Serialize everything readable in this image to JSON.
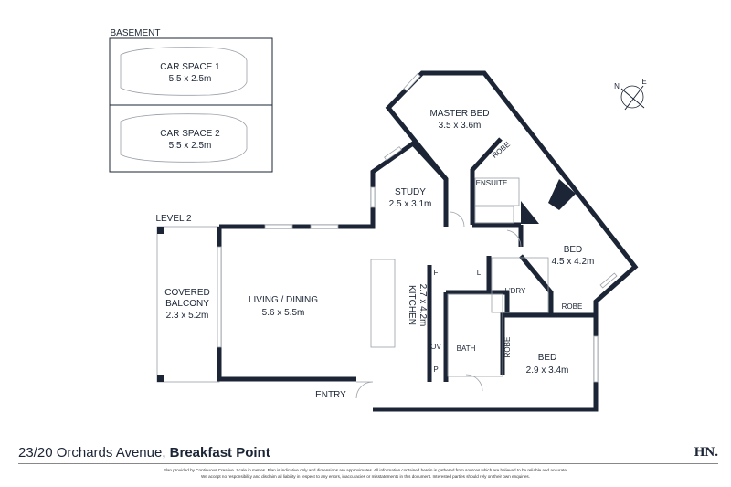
{
  "plan": {
    "basement_label": "BASEMENT",
    "level_label": "LEVEL 2",
    "compass": {
      "n": "N",
      "e": "E"
    },
    "rooms": {
      "car1": {
        "name": "CAR SPACE 1",
        "size": "5.5 x 2.5m"
      },
      "car2": {
        "name": "CAR SPACE 2",
        "size": "5.5 x 2.5m"
      },
      "master": {
        "name": "MASTER BED",
        "size": "3.5 x 3.6m"
      },
      "study": {
        "name": "STUDY",
        "size": "2.5 x 3.1m"
      },
      "ensuite": {
        "name": "ENSUITE"
      },
      "robe_master": {
        "name": "ROBE"
      },
      "bed1": {
        "name": "BED",
        "size": "4.5 x 4.2m"
      },
      "laundry": {
        "name": "L'DRY"
      },
      "linen": {
        "name": "L"
      },
      "fridge": {
        "name": "F"
      },
      "kitchen": {
        "name": "KITCHEN",
        "size": "2.7 x 4.2m"
      },
      "oven": {
        "name": "OV"
      },
      "pantry": {
        "name": "P"
      },
      "bath": {
        "name": "BATH"
      },
      "robe_bed2": {
        "name": "ROBE"
      },
      "robe_bed1": {
        "name": "ROBE"
      },
      "bed2": {
        "name": "BED",
        "size": "2.9 x 3.4m"
      },
      "living": {
        "name": "LIVING / DINING",
        "size": "5.6 x 5.5m"
      },
      "balcony": {
        "name1": "COVERED",
        "name2": "BALCONY",
        "size": "2.3 x 5.2m"
      },
      "entry": {
        "name": "ENTRY"
      }
    }
  },
  "footer": {
    "address_street": "23/20 Orchards Avenue,",
    "address_suburb": "Breakfast Point",
    "logo": "HN.",
    "disclaimer1": "Plan provided by Continuous Creative. Scale in metres. Plan is indicative only and dimensions are approximates. All information contained herein is gathered from sources which are believed to be reliable and accurate.",
    "disclaimer2": "We accept no responsibility and disclaim all liability in respect to any errors, inaccuracies or misstatements in this document. Interested parties should rely on their own enquiries."
  }
}
